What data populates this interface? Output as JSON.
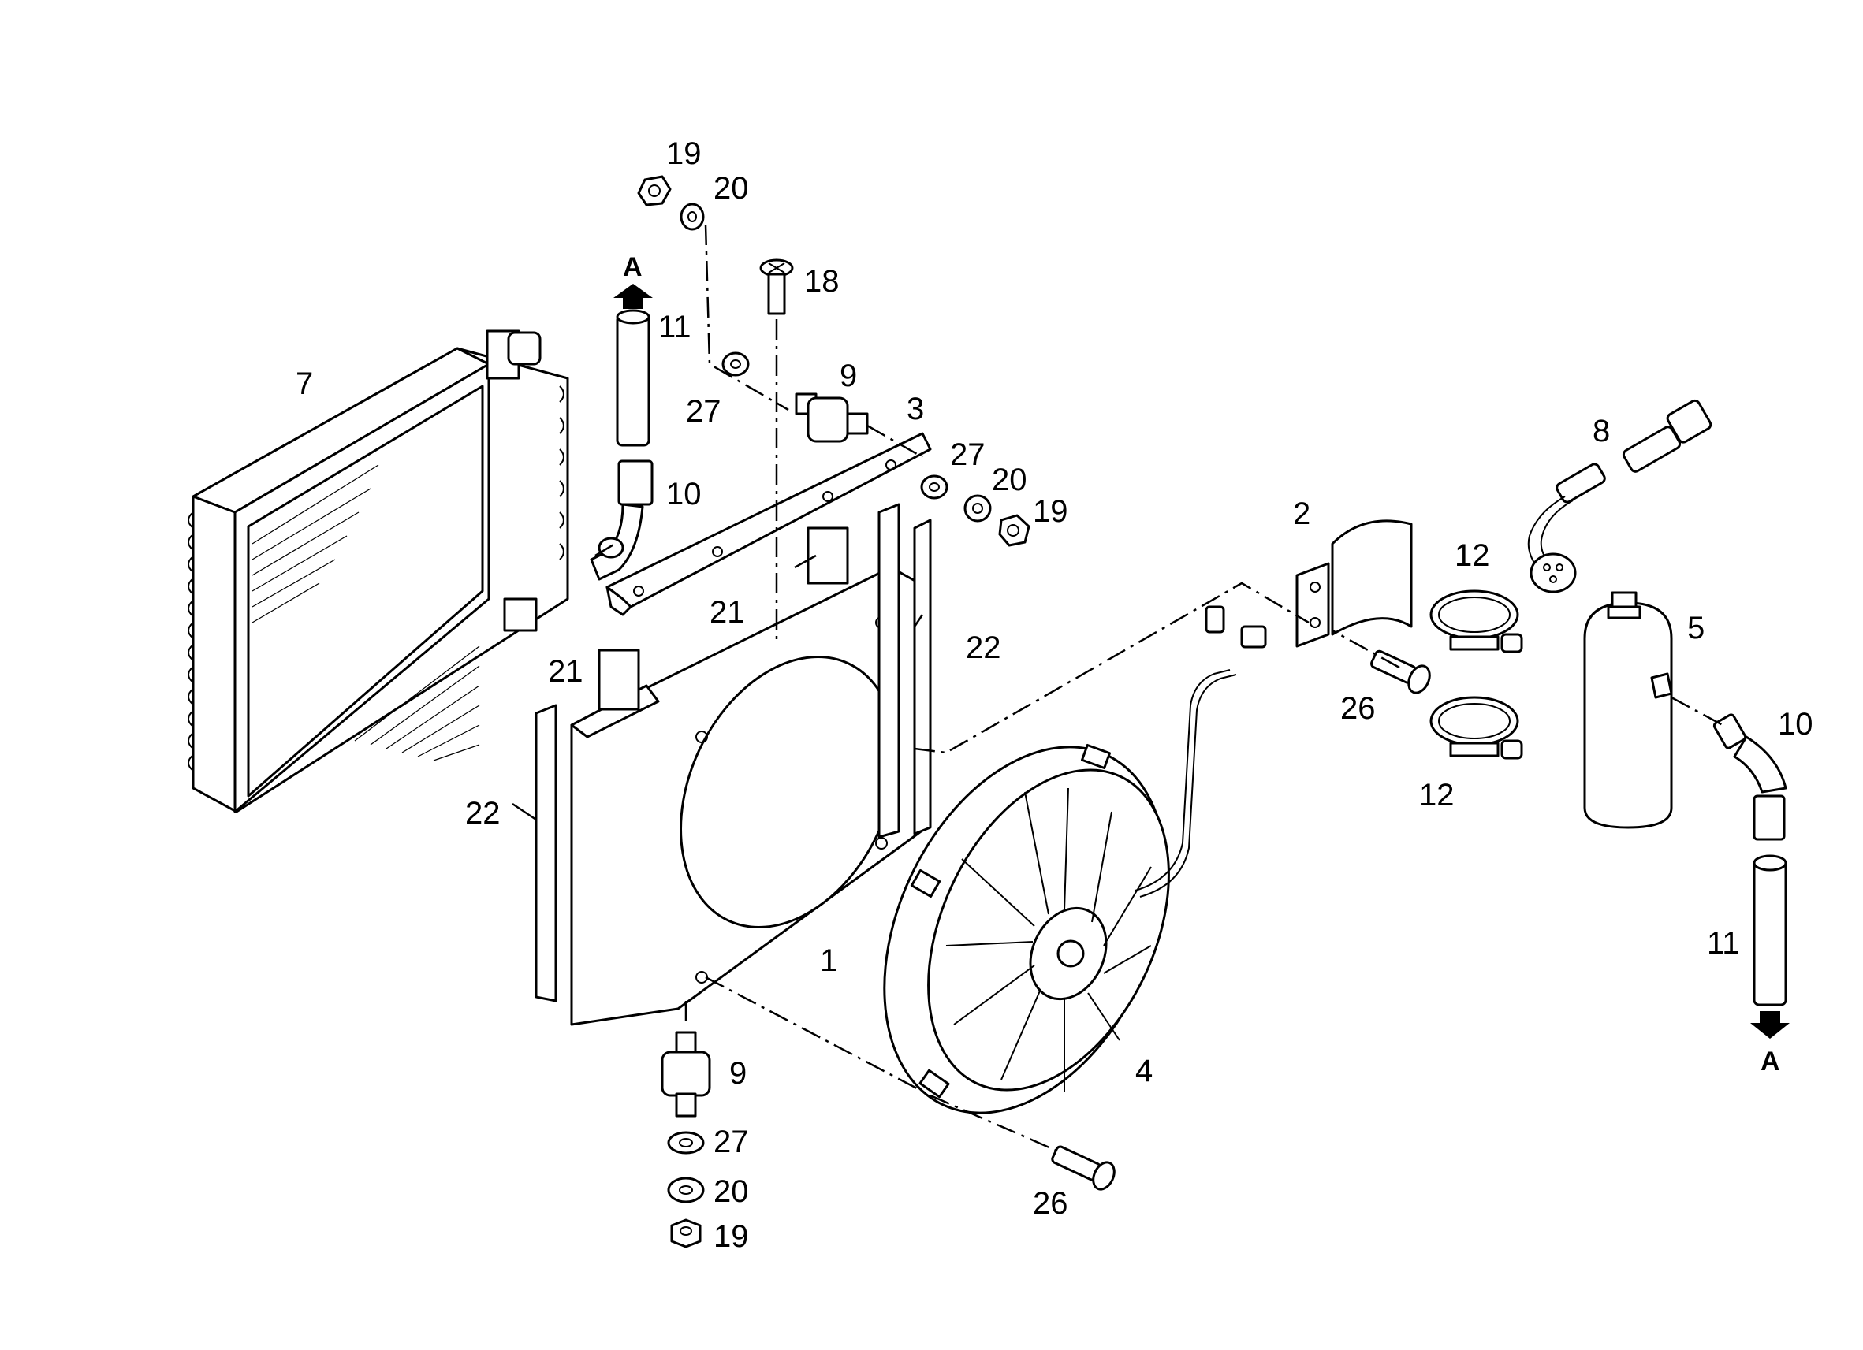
{
  "diagram": {
    "callouts": [
      {
        "id": "c19a",
        "text": "19"
      },
      {
        "id": "c20a",
        "text": "20"
      },
      {
        "id": "cAtop",
        "text": "A"
      },
      {
        "id": "c18",
        "text": "18"
      },
      {
        "id": "c11a",
        "text": "11"
      },
      {
        "id": "c7",
        "text": "7"
      },
      {
        "id": "c9a",
        "text": "9"
      },
      {
        "id": "c27a",
        "text": "27"
      },
      {
        "id": "c3",
        "text": "3"
      },
      {
        "id": "c27b",
        "text": "27"
      },
      {
        "id": "c20b",
        "text": "20"
      },
      {
        "id": "c19b",
        "text": "19"
      },
      {
        "id": "c10a",
        "text": "10"
      },
      {
        "id": "c2",
        "text": "2"
      },
      {
        "id": "c12a",
        "text": "12"
      },
      {
        "id": "c8",
        "text": "8"
      },
      {
        "id": "c21a",
        "text": "21"
      },
      {
        "id": "c22a",
        "text": "22"
      },
      {
        "id": "c5",
        "text": "5"
      },
      {
        "id": "c21b",
        "text": "21"
      },
      {
        "id": "c26a",
        "text": "26"
      },
      {
        "id": "c10b",
        "text": "10"
      },
      {
        "id": "c12b",
        "text": "12"
      },
      {
        "id": "c22b",
        "text": "22"
      },
      {
        "id": "c11b",
        "text": "11"
      },
      {
        "id": "c1",
        "text": "1"
      },
      {
        "id": "cAbot",
        "text": "A"
      },
      {
        "id": "c4",
        "text": "4"
      },
      {
        "id": "c9b",
        "text": "9"
      },
      {
        "id": "c27c",
        "text": "27"
      },
      {
        "id": "c20c",
        "text": "20"
      },
      {
        "id": "c26b",
        "text": "26"
      },
      {
        "id": "c19c",
        "text": "19"
      }
    ],
    "arrow_icons": [
      "arrow-up-icon",
      "arrow-down-icon"
    ]
  }
}
